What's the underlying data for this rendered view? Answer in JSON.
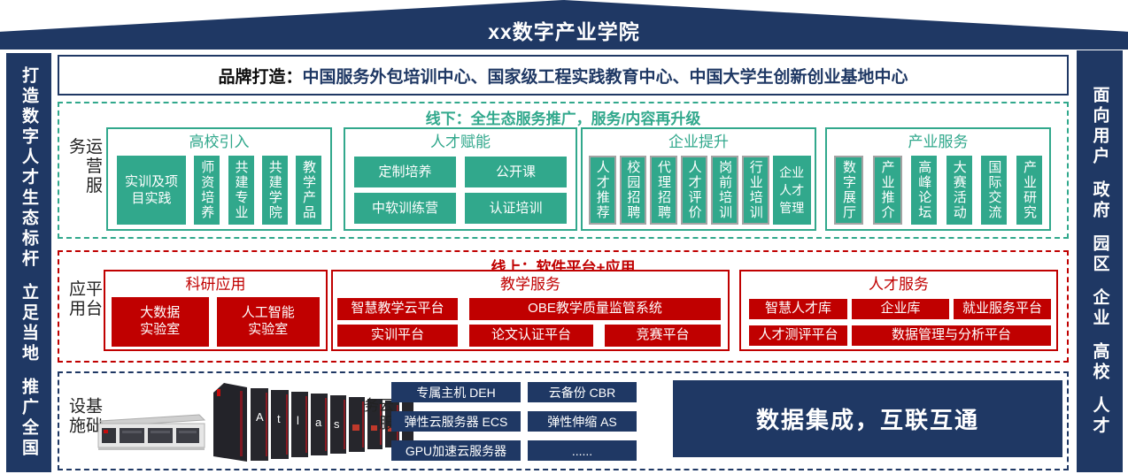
{
  "banner": {
    "title": "xx数字产业学院"
  },
  "left_bar": {
    "phrases": [
      "打造数字人才生态标杆",
      "立足当地",
      "推广全国"
    ]
  },
  "right_bar": {
    "phrases": [
      "面向用户",
      "政府",
      "园区",
      "企业",
      "高校",
      "人才"
    ]
  },
  "brand": {
    "label": "品牌打造：",
    "text": "中国服务外包培训中心、国家级工程实践教育中心、中国大学生创新创业基地中心"
  },
  "operations": {
    "side_label": "运营服务",
    "banner": "线下：全生态服务推广，服务/内容再升级",
    "college": {
      "title": "高校引入",
      "wide": "实训及项目实践",
      "items": [
        "师资培养",
        "共建专业",
        "共建学院",
        "教学产品"
      ]
    },
    "talent": {
      "title": "人才赋能",
      "items": [
        "定制培养",
        "公开课",
        "中软训练营",
        "认证培训"
      ]
    },
    "enterprise": {
      "title": "企业提升",
      "items": [
        "人才推荐",
        "校园招聘",
        "代理招聘",
        "人才评价",
        "岗前培训",
        "行业培训"
      ],
      "wide": "企业人才管理"
    },
    "industry": {
      "title": "产业服务",
      "items": [
        "数字展厅",
        "产业推介",
        "高峰论坛",
        "大赛活动",
        "国际交流",
        "产业研究"
      ]
    }
  },
  "platform": {
    "side_label": "平台应用",
    "banner": "线上：软件平台+应用",
    "research": {
      "title": "科研应用",
      "items": [
        "大数据\n实验室",
        "人工智能\n实验室"
      ]
    },
    "teaching": {
      "title": "教学服务",
      "row1": [
        "智慧教学云平台",
        "OBE教学质量监管系统"
      ],
      "row2": [
        "实训平台",
        "论文认证平台",
        "竞赛平台"
      ]
    },
    "hr": {
      "title": "人才服务",
      "row1": [
        "智慧人才库",
        "企业库",
        "就业服务平台"
      ],
      "row2": [
        "人才测评平台",
        "数据管理与分析平台"
      ]
    }
  },
  "infrastructure": {
    "side_label": "基础设施",
    "cloud_label": "云服务",
    "cloud_items": [
      "专属主机 DEH",
      "云备份 CBR",
      "弹性云服务器 ECS",
      "弹性伸缩 AS",
      "GPU加速云服务器",
      "......"
    ],
    "integration_banner": "数据集成，互联互通",
    "atlas_text": "Atlas"
  },
  "colors": {
    "navy": "#1F3864",
    "green": "#31A88C",
    "red": "#C00000",
    "gray_border": "#A3A3A3"
  }
}
